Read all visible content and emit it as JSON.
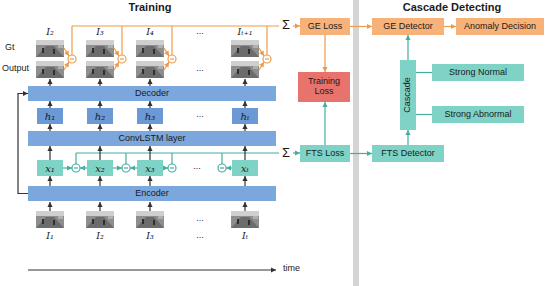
{
  "diagram": {
    "nodes": [
      {
        "text": [
          "GE Loss"
        ]
      },
      {
        "text": [
          "Training Loss"
        ]
      },
      {
        "text": [
          "GE Detector"
        ]
      },
      {
        "text": [
          "Anomaly Decision"
        ]
      },
      {
        "text": [
          "Decoder"
        ]
      },
      {
        "text": [
          "h₁"
        ]
      },
      {
        "text": [
          "h₂"
        ]
      },
      {
        "text": [
          "h₃"
        ]
      },
      {
        "text": [
          "hₜ"
        ]
      },
      {
        "text": [
          "ConvLSTM layer"
        ]
      },
      {
        "text": [
          "Cascade"
        ]
      },
      {
        "text": [
          "Strong Normal"
        ]
      },
      {
        "text": [
          "Strong Abnormal"
        ]
      },
      {
        "text": [
          "x₁"
        ]
      },
      {
        "text": [
          "x₂"
        ]
      },
      {
        "text": [
          "x₃"
        ]
      },
      {
        "text": [
          "xₜ"
        ]
      },
      {
        "text": [
          "FTS Loss"
        ]
      },
      {
        "text": [
          "FTS Detector"
        ]
      },
      {
        "text": [
          "Encoder"
        ]
      }
    ],
    "edges": [
      {
        "from": 19,
        "to": 13,
        "arrow": "to"
      },
      {
        "from": 19,
        "to": 14,
        "arrow": "to"
      },
      {
        "from": 19,
        "to": 15,
        "arrow": "to"
      },
      {
        "from": 19,
        "to": 16,
        "arrow": "to"
      },
      {
        "from": 13,
        "to": 9,
        "arrow": "to"
      },
      {
        "from": 14,
        "to": 9,
        "arrow": "to"
      },
      {
        "from": 15,
        "to": 9,
        "arrow": "to"
      },
      {
        "from": 16,
        "to": 9,
        "arrow": "to"
      },
      {
        "from": 9,
        "to": 5,
        "arrow": "to"
      },
      {
        "from": 9,
        "to": 6,
        "arrow": "to"
      },
      {
        "from": 9,
        "to": 7,
        "arrow": "to"
      },
      {
        "from": 9,
        "to": 8,
        "arrow": "to"
      },
      {
        "from": 5,
        "to": 4,
        "arrow": "to"
      },
      {
        "from": 6,
        "to": 4,
        "arrow": "to"
      },
      {
        "from": 7,
        "to": 4,
        "arrow": "to"
      },
      {
        "from": 8,
        "to": 4,
        "arrow": "to"
      },
      {
        "from": 19,
        "to": 4,
        "arrow": "to"
      },
      {
        "from": 0,
        "to": 1,
        "arrow": "to"
      },
      {
        "from": 17,
        "to": 1,
        "arrow": "to"
      },
      {
        "from": 0,
        "to": 2,
        "arrow": "to"
      },
      {
        "from": 17,
        "to": 18,
        "arrow": "to"
      },
      {
        "from": 2,
        "to": 3,
        "arrow": "to"
      },
      {
        "from": 18,
        "to": 10,
        "arrow": "to"
      },
      {
        "from": 10,
        "to": 2,
        "arrow": "to"
      },
      {
        "from": 10,
        "to": 11,
        "arrow": "none"
      },
      {
        "from": 10,
        "to": 12,
        "arrow": "none"
      }
    ],
    "labels": [
      "Training",
      "Cascade Detecting",
      "Gt",
      "I₂",
      "I₃",
      "I₄",
      "...",
      "Iₜ₊₁",
      "Output",
      "...",
      "Σ",
      "...",
      "Σ",
      "...",
      "...",
      "I₁",
      "I₂",
      "I₃",
      "...",
      "Iₜ",
      "time"
    ]
  }
}
